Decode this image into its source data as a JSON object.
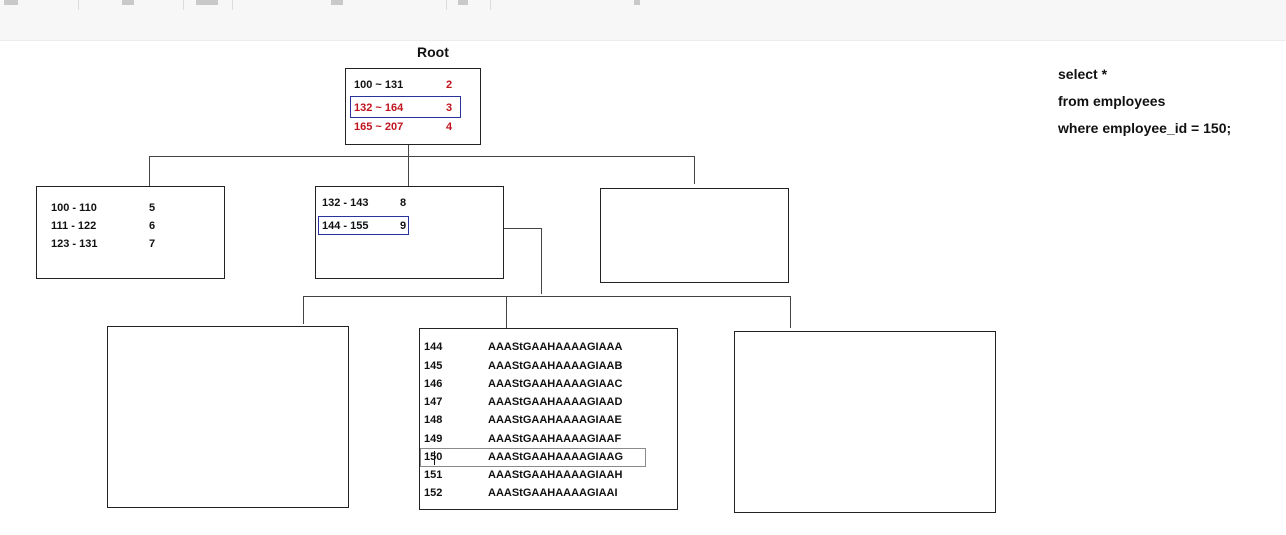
{
  "root": {
    "title": "Root",
    "entries": [
      {
        "range": "100 ~ 131",
        "ptr": "2"
      },
      {
        "range": "132 ~ 164",
        "ptr": "3"
      },
      {
        "range": "165 ~ 207",
        "ptr": "4"
      }
    ]
  },
  "branch_left": {
    "entries": [
      {
        "range": "100 - 110",
        "ptr": "5"
      },
      {
        "range": "111 - 122",
        "ptr": "6"
      },
      {
        "range": "123 - 131",
        "ptr": "7"
      }
    ]
  },
  "branch_mid": {
    "entries": [
      {
        "range": "132 - 143",
        "ptr": "8"
      },
      {
        "range": "144 - 155",
        "ptr": "9"
      }
    ]
  },
  "leaf_mid": {
    "rows": [
      {
        "id": "144",
        "rowid": "AAAStGAAHAAAAGIAAA"
      },
      {
        "id": "145",
        "rowid": "AAAStGAAHAAAAGIAAB"
      },
      {
        "id": "146",
        "rowid": "AAAStGAAHAAAAGIAAC"
      },
      {
        "id": "147",
        "rowid": "AAAStGAAHAAAAGIAAD"
      },
      {
        "id": "148",
        "rowid": "AAAStGAAHAAAAGIAAE"
      },
      {
        "id": "149",
        "rowid": "AAAStGAAHAAAAGIAAF"
      },
      {
        "id": "150",
        "rowid": "AAAStGAAHAAAAGIAAG"
      },
      {
        "id": "151",
        "rowid": "AAAStGAAHAAAAGIAAH"
      },
      {
        "id": "152",
        "rowid": "AAAStGAAHAAAAGIAAI"
      }
    ]
  },
  "sql": {
    "line1": "select *",
    "line2": "from employees",
    "line3": "where employee_id = 150;"
  },
  "colors": {
    "highlight_border": "#28349a",
    "red_text": "#c0141e",
    "line": "#444444"
  }
}
